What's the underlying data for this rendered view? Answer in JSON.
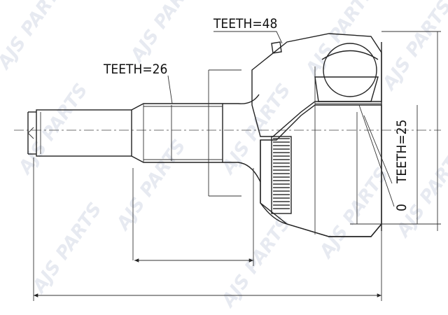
{
  "labels": {
    "teeth_outer": "TEETH=48",
    "teeth_shaft": "TEETH=26",
    "teeth_inner": "TEETH=25",
    "ring_mark": "0"
  },
  "watermark": {
    "text": "AJS PARTS",
    "color": "#b9c3d8"
  }
}
